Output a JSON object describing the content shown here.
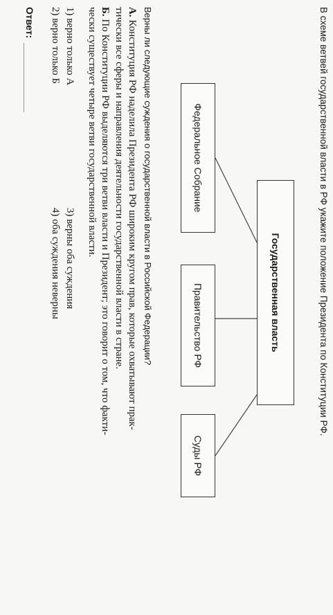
{
  "task": {
    "title": "В схеме ветвей государственной власти в РФ укажите положение Президента по Конституции РФ."
  },
  "diagram": {
    "root": "Государственная власть",
    "branches": [
      "Федеральное Собрание",
      "Правительство РФ",
      "Суды РФ"
    ]
  },
  "question": {
    "instruction": "Верны ли следующие суждения о государственной власти в Российской Федерации?",
    "statement_a": {
      "letter": "А.",
      "line1": "Конституция РФ наделила Президента РФ широким кругом прав, которые охватывают прак-",
      "line2": "тически все сферы и направления деятельности государственной власти в стране."
    },
    "statement_b": {
      "letter": "Б.",
      "line1": "По Конституции РФ выделяются три ветви власти и Президент; это говорит о том, что факти-",
      "line2": "чески существует четыре ветви государственной власти."
    },
    "options": [
      "1) верно только А",
      "3) верны оба суждения",
      "2) верно только Б",
      "4) оба суждения неверны"
    ],
    "answer_label": "Ответ:"
  }
}
